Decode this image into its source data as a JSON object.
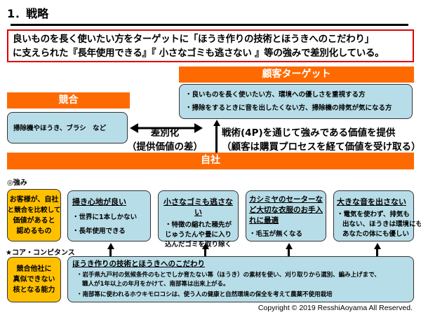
{
  "title": "1．戦略",
  "headline": [
    "良いものを長く使いたい方をターゲットに「ほうき作りの技術とほうきへのこだわり」",
    "に支えられた『長年使用できる』『 小さなゴミも逃さない 』等の強みで差別化している。"
  ],
  "target": {
    "header": "顧客ターゲット",
    "items": [
      "・良いものを長く使いたい方、環境への優しさを重視する方",
      "・掃除をするときに音を出したくない方、掃除機の排気が気になる方"
    ]
  },
  "competitor": {
    "header": "競合",
    "text": "掃除機やほうき、ブラシ　など"
  },
  "differentiation": [
    "差別化",
    "（提供価値の差）"
  ],
  "tactics": [
    "戦術(4P)を通じて強みである価値を提供",
    "（顧客は購買プロセスを経て価値を受け取る）"
  ],
  "company": {
    "header": "自社"
  },
  "strengths": {
    "label": "◎強み",
    "definition": [
      "お客様が、自社",
      "と競合を比較して",
      "価値があると",
      "認めるもの"
    ],
    "boxes": [
      {
        "title": "掃き心地が良い",
        "items": [
          "・世界に1本しかない",
          "・長年使用できる"
        ]
      },
      {
        "title": "小さなゴミも逃さない",
        "items": [
          "・特徴の縮れた穂先が",
          "じゅうたんや畳に入り",
          "込んだゴミを取り除く"
        ]
      },
      {
        "title": "カシミヤのセーターなど大切な衣服のお手入れに最適",
        "items": [
          "・毛玉が無くなる"
        ]
      },
      {
        "title": "大きな音を出さない",
        "items": [
          "・電気を使わず、排気も",
          "出ない、ほうきは環境にも",
          "あなたの体にも優しい"
        ]
      }
    ]
  },
  "core": {
    "label": "★コア・コンピタンス",
    "definition": [
      "競合他社に",
      "真似できない",
      "核となる能力"
    ],
    "title": "ほうき作りの技術とほうきへのこだわり",
    "items": [
      "・岩手県九戸村の気候条件のもとでしか育たない箒（ほうき）の素材を使い、刈り取りから選別、編み上げまで、",
      "職人が1年以上の年月をかけて、南部箒は出来上がる。",
      "・南部箒に使われるホウキモロコシは、使う人の健康と自然環境の保全を考えて農薬不使用栽培"
    ]
  },
  "copyright": "Copyright © 2019 ResshiAoyama All  Reserved.",
  "colors": {
    "orange": "#ff6a00",
    "lightblue": "#b7dde8",
    "yellow": "#ffc000",
    "red": "#e00000"
  }
}
